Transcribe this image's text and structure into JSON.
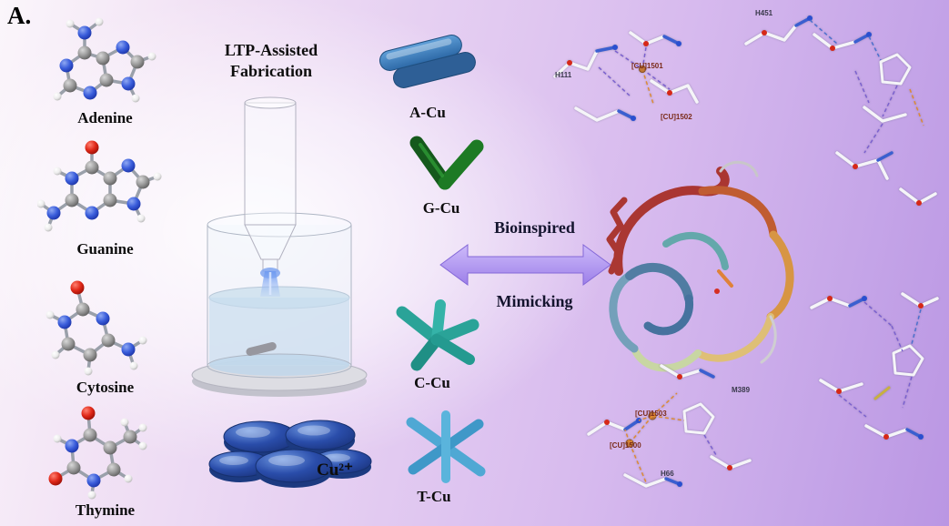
{
  "panel_label": "A.",
  "left_column": {
    "molecules": [
      {
        "name": "adenine",
        "label": "Adenine"
      },
      {
        "name": "guanine",
        "label": "Guanine"
      },
      {
        "name": "cytosine",
        "label": "Cytosine"
      },
      {
        "name": "thymine",
        "label": "Thymine"
      }
    ]
  },
  "fabrication": {
    "title_line1": "LTP-Assisted",
    "title_line2": "Fabrication",
    "cu_ion_label": "Cu²⁺"
  },
  "nanomaterials": [
    {
      "label": "A-Cu",
      "color": "#3f7ec8"
    },
    {
      "label": "G-Cu",
      "color": "#1c6b22"
    },
    {
      "label": "C-Cu",
      "color": "#2fa89e"
    },
    {
      "label": "T-Cu",
      "color": "#53aed1"
    }
  ],
  "bridge": {
    "top_label": "Bioinspired",
    "bottom_label": "Mimicking"
  },
  "protein_panel": {
    "annotations": [
      {
        "text": "H451"
      },
      {
        "text": "H111"
      },
      {
        "text": "[CU]1501"
      },
      {
        "text": "[CU]1502"
      },
      {
        "text": "[CU]1503"
      },
      {
        "text": "[CU]1500"
      },
      {
        "text": "H66"
      },
      {
        "text": "M389"
      }
    ]
  },
  "colors": {
    "cu_disks": "#2a4daa",
    "arrow": "#9d7fe9",
    "nitrogen_atom": "#3a5ddb",
    "oxygen_atom": "#e02818",
    "background_purple": "#ba96e3"
  }
}
